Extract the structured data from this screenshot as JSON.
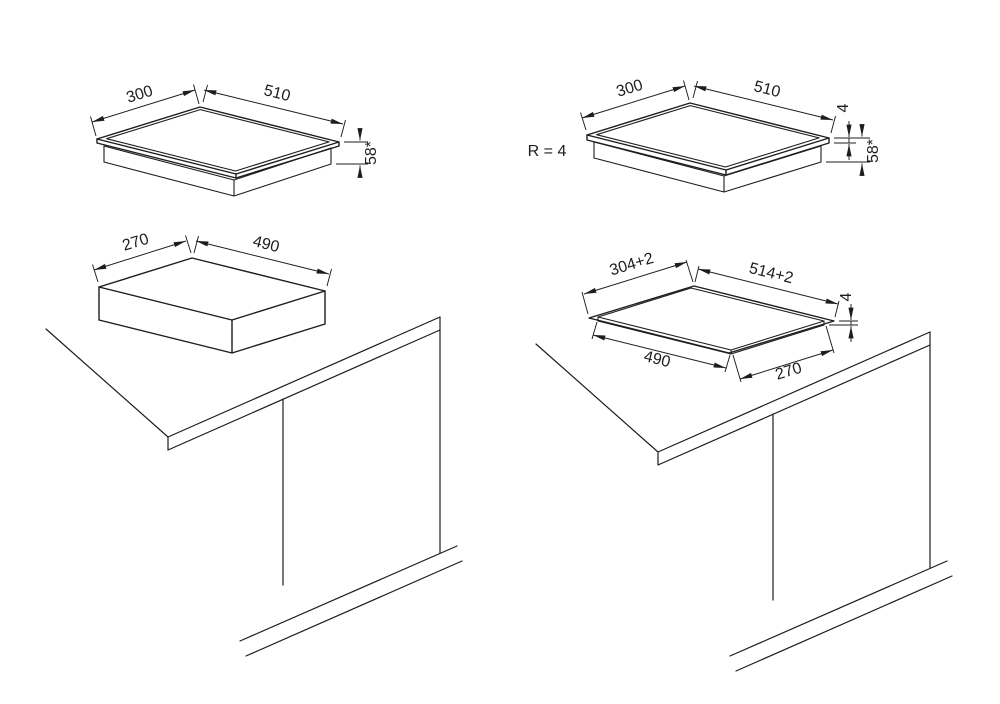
{
  "page": {
    "background": "#ffffff",
    "line_color": "#1d1d1d"
  },
  "left_figure": {
    "hob": {
      "width": "300",
      "length": "510",
      "height": "58*"
    },
    "cutout": {
      "width": "270",
      "length": "490"
    }
  },
  "right_figure": {
    "hob": {
      "width": "300",
      "length": "510",
      "glass_thickness": "4",
      "corner_radius": "R = 4",
      "height": "58*"
    },
    "cutout": {
      "recess_width": "304+2",
      "recess_length": "514+2",
      "recess_depth": "4",
      "hole_length": "490",
      "hole_width": "270"
    }
  }
}
